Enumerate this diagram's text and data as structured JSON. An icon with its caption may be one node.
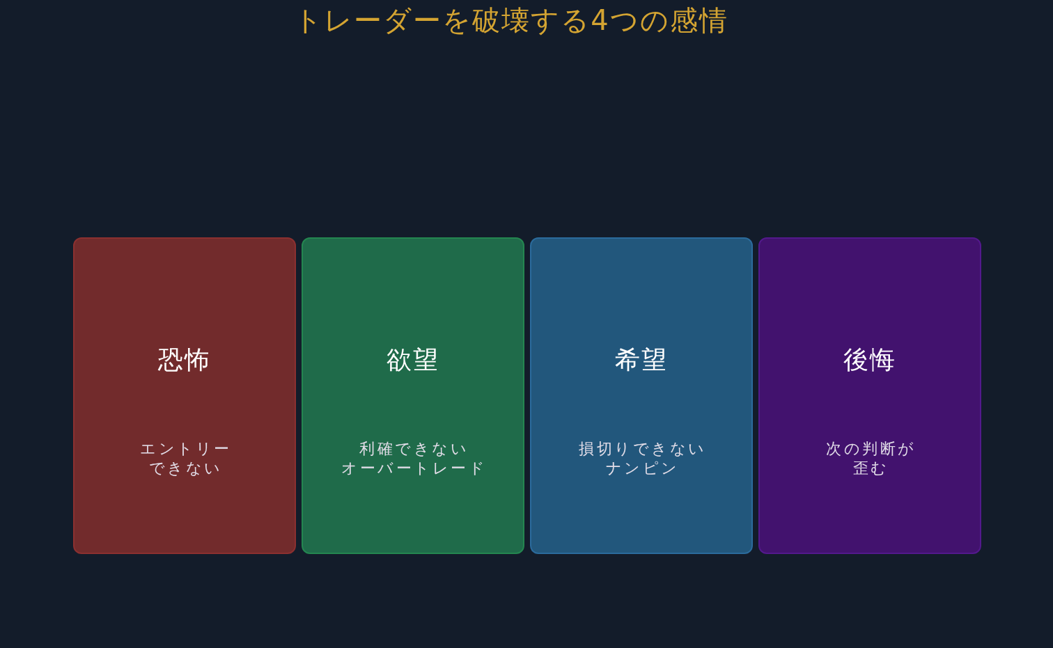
{
  "diagram": {
    "title": "トレーダーを破壊する4つの感情",
    "nodes": [
      {
        "text": [
          "恐怖",
          "エントリーできない"
        ]
      },
      {
        "text": [
          "欲望",
          "利確できない",
          "オーバートレード"
        ]
      },
      {
        "text": [
          "希望",
          "損切りできない",
          "ナンピン"
        ]
      },
      {
        "text": [
          "後悔",
          "次の判断が歪む"
        ]
      }
    ]
  }
}
